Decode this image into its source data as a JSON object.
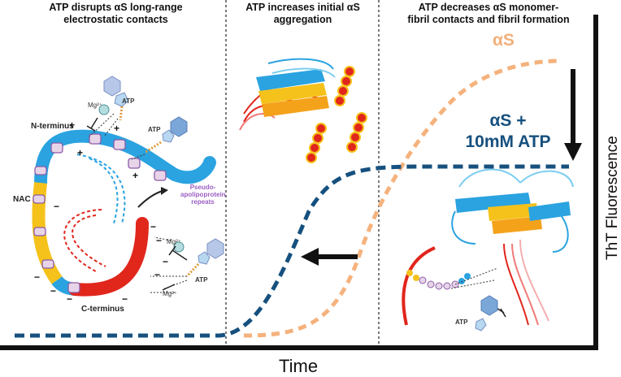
{
  "panels": [
    {
      "title_line1": "ATP disrupts αS long-range",
      "title_line2": "electrostatic contacts"
    },
    {
      "title_line1": "ATP increases initial αS",
      "title_line2": "aggregation"
    },
    {
      "title_line1": "ATP decreases αS monomer-",
      "title_line2": "fibril contacts and fibril formation"
    }
  ],
  "axes": {
    "x_label": "Time",
    "y_label": "ThT Fluorescence"
  },
  "curves": [
    {
      "label": "αS",
      "color": "#f5b27d"
    },
    {
      "label_line1": "αS +",
      "label_line2": "10mM ATP",
      "color": "#16507e"
    }
  ],
  "monomer": {
    "n_terminus": "N-terminus",
    "nac": "NAC",
    "c_terminus": "C-terminus",
    "repeats_line1": "Pseudo-",
    "repeats_line2": "apolipoprotein",
    "repeats_line3": "repeats",
    "mg": "Mg²⁺",
    "atp": "ATP"
  },
  "colors": {
    "blue": "#2aa3e0",
    "yellow": "#f5c21b",
    "red": "#e1261c",
    "dark_blue": "#16507e",
    "orange": "#f5b27d"
  }
}
